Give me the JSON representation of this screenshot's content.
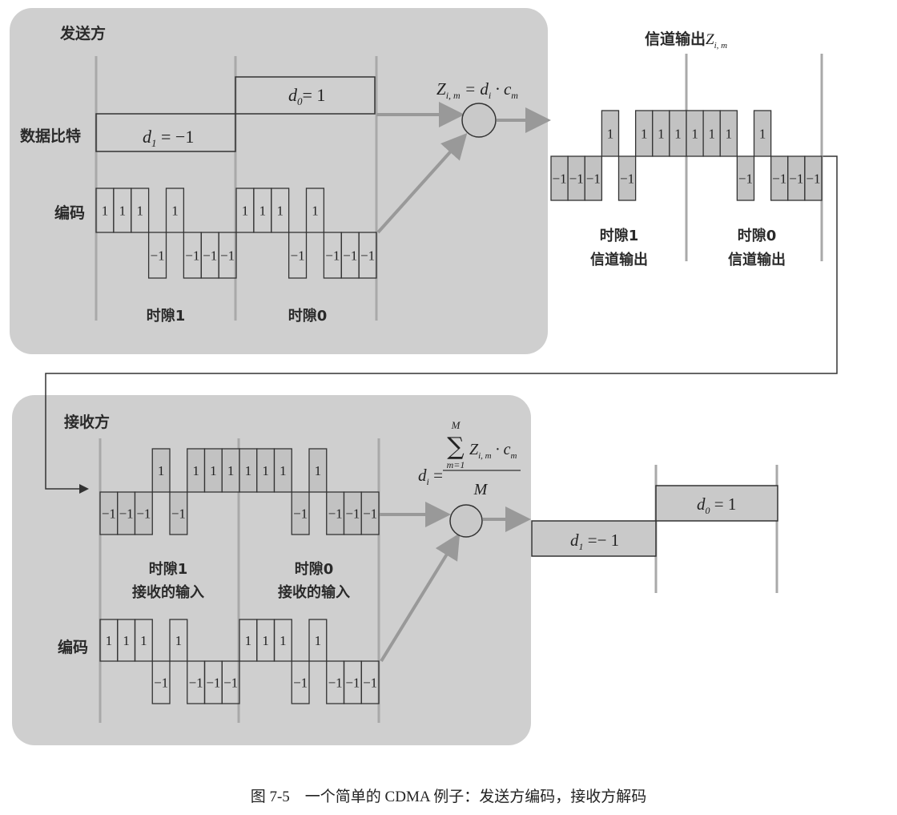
{
  "sender": {
    "title": "发送方",
    "data_bits_label": "数据比特",
    "code_label": "编码",
    "d1_label": "d",
    "d1_sub": "1",
    "d1_value": " = −1",
    "d0_label": "d",
    "d0_sub": "0",
    "d0_value": "= 1",
    "slot1_label": "时隙1",
    "slot0_label": "时隙0",
    "data_bits": [
      -1,
      1
    ],
    "code": [
      1,
      1,
      1,
      -1,
      1,
      -1,
      -1,
      -1
    ],
    "formula": {
      "z": "Z",
      "z_sub": "i, m",
      "eq": " = d",
      "d_sub": "i",
      "dot": " · c",
      "c_sub": "m"
    }
  },
  "channel": {
    "title": "信道输出",
    "title_z": "Z",
    "title_sub": "i, m",
    "output": [
      -1,
      -1,
      -1,
      1,
      -1,
      1,
      1,
      1,
      1,
      1,
      1,
      -1,
      1,
      -1,
      -1,
      -1
    ],
    "slot1_line1": "时隙1",
    "slot1_line2": "信道输出",
    "slot0_line1": "时隙0",
    "slot0_line2": "信道输出"
  },
  "receiver": {
    "title": "接收方",
    "code_label": "编码",
    "slot1_line1": "时隙1",
    "slot1_line2": "接收的输入",
    "slot0_line1": "时隙0",
    "slot0_line2": "接收的输入",
    "input": [
      -1,
      -1,
      -1,
      1,
      -1,
      1,
      1,
      1,
      1,
      1,
      1,
      -1,
      1,
      -1,
      -1,
      -1
    ],
    "code": [
      1,
      1,
      1,
      -1,
      1,
      -1,
      -1,
      -1
    ],
    "formula": {
      "lhs": "d",
      "lhs_sub": "i",
      "eq": " =",
      "sum": "∑",
      "upper": "M",
      "lower": "m=1",
      "z": "Z",
      "z_sub": "i, m",
      "dot": " · c",
      "c_sub": "m",
      "denominator": "M"
    },
    "d1_label": "d",
    "d1_sub": "1",
    "d1_value": " =− 1",
    "d0_label": "d",
    "d0_sub": "0",
    "d0_value": " = 1",
    "decoded_bits": [
      -1,
      1
    ]
  },
  "caption": "图 7-5　一个简单的 CDMA 例子：发送方编码，接收方解码",
  "colors": {
    "panel": "#cfcfcf",
    "chip_fill": "#c2c2c2",
    "guide": "#a9a9a9",
    "arrow": "#9a9a9a",
    "stroke": "#333333"
  }
}
